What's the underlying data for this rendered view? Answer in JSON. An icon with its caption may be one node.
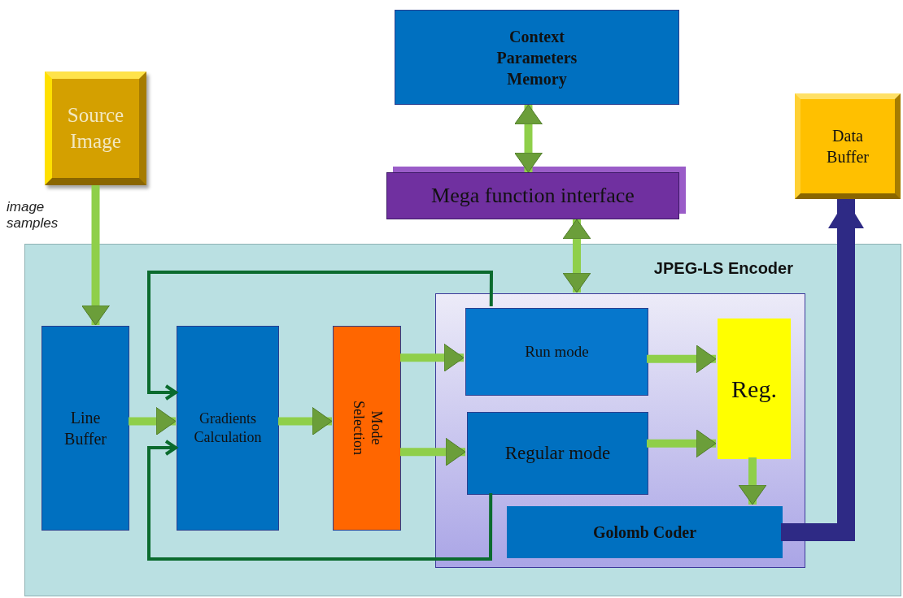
{
  "diagram": {
    "nodes": [
      {
        "text": [
          "Source Image"
        ]
      },
      {
        "text": [
          "Context Parameters Memory"
        ]
      },
      {
        "text": [
          "Mega function interface"
        ]
      },
      {
        "text": [
          "Data Buffer"
        ]
      },
      {
        "text": [
          "JPEG-LS Encoder"
        ]
      },
      {
        "text": [
          "Line Buffer"
        ],
        "in": 4
      },
      {
        "text": [
          "Gradients Calculation"
        ],
        "in": 4
      },
      {
        "text": [
          "Mode Selection"
        ],
        "in": 4
      },
      {
        "text": [],
        "shape": "box",
        "in": 4
      },
      {
        "text": [
          "Run  mode"
        ],
        "in": 8
      },
      {
        "text": [
          "Regular mode"
        ],
        "in": 8
      },
      {
        "text": [
          "Reg."
        ],
        "in": 8
      },
      {
        "text": [
          "Golomb Coder"
        ],
        "in": 8
      }
    ],
    "edges": [
      {
        "from": 0,
        "to": 5,
        "arrow": "to",
        "label": "image samples"
      },
      {
        "from": 1,
        "to": 2,
        "arrow": "both"
      },
      {
        "from": 2,
        "to": 8,
        "arrow": "both"
      },
      {
        "from": 5,
        "to": 6,
        "arrow": "to"
      },
      {
        "from": 6,
        "to": 7,
        "arrow": "to"
      },
      {
        "from": 7,
        "to": 9,
        "arrow": "to"
      },
      {
        "from": 7,
        "to": 10,
        "arrow": "to"
      },
      {
        "from": 9,
        "to": 11,
        "arrow": "to"
      },
      {
        "from": 10,
        "to": 11,
        "arrow": "to"
      },
      {
        "from": 11,
        "to": 12,
        "arrow": "to"
      },
      {
        "from": 12,
        "to": 3,
        "arrow": "to",
        "style": "thick",
        "color": "#2e2a85"
      },
      {
        "from": 9,
        "to": 6,
        "arrow": "to",
        "color": "#0b6b2e"
      },
      {
        "from": 10,
        "to": 6,
        "arrow": "to",
        "color": "#0b6b2e"
      }
    ]
  }
}
